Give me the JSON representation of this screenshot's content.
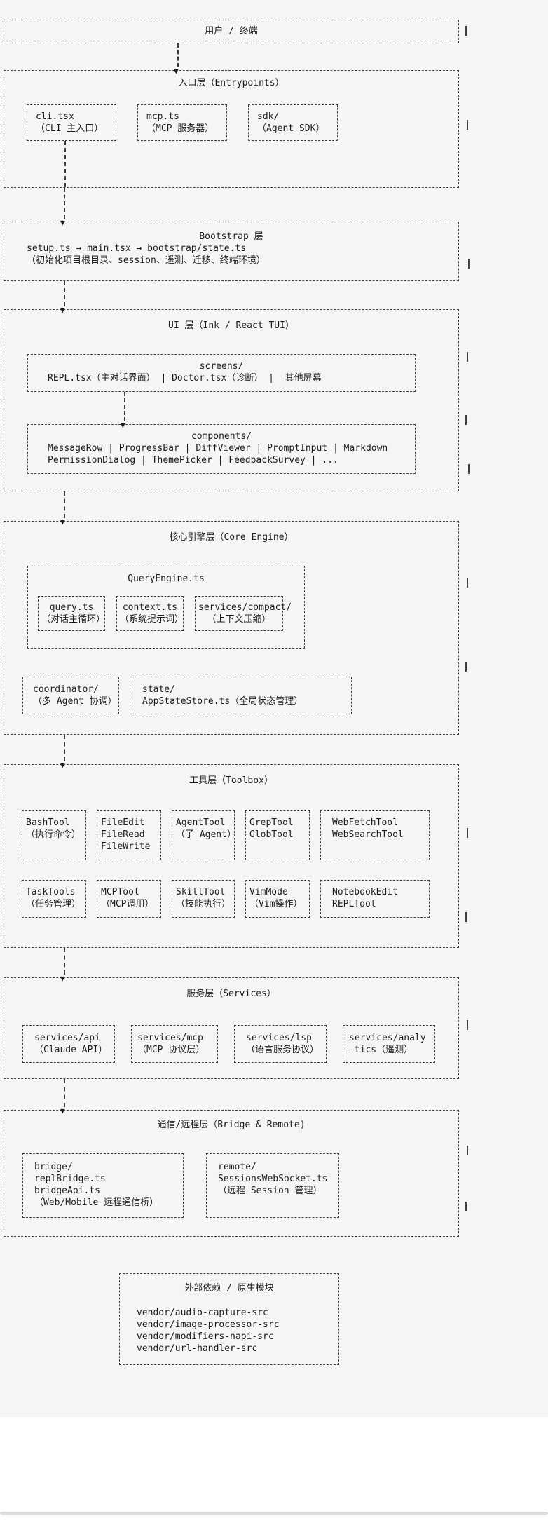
{
  "icons": {
    "arrow_down": "▼"
  },
  "colors": {
    "background": "#f5f5f3",
    "border": "#3f3f3f",
    "text": "#1c1c1c",
    "divider": "#dcdcdc"
  },
  "user_layer": {
    "title": "用户 / 终端"
  },
  "entry_layer": {
    "title": "入口层（Entrypoints）",
    "boxes": [
      {
        "lines": [
          "cli.tsx",
          "（CLI 主入口）"
        ]
      },
      {
        "lines": [
          "mcp.ts",
          "（MCP 服务器）"
        ]
      },
      {
        "lines": [
          "sdk/",
          "（Agent SDK）"
        ]
      }
    ]
  },
  "bootstrap_layer": {
    "title": "Bootstrap 层",
    "flow": "setup.ts → main.tsx → bootstrap/state.ts",
    "desc": "（初始化项目根目录、session、遥测、迁移、终端环境）"
  },
  "ui_layer": {
    "title": "UI 层（Ink / React TUI）",
    "screens": {
      "title": "screens/",
      "row": "REPL.tsx（主对话界面） | Doctor.tsx（诊断） |  其他屏幕"
    },
    "components": {
      "title": "components/",
      "row1": "MessageRow | ProgressBar | DiffViewer | PromptInput | Markdown",
      "row2": "PermissionDialog | ThemePicker | FeedbackSurvey | ..."
    }
  },
  "core_layer": {
    "title": "核心引擎层（Core Engine）",
    "query_engine": {
      "title": "QueryEngine.ts",
      "boxes": [
        {
          "lines": [
            "query.ts",
            "（对话主循环）"
          ]
        },
        {
          "lines": [
            "context.ts",
            "（系统提示词）"
          ]
        },
        {
          "lines": [
            "services/compact/",
            "（上下文压缩）"
          ]
        }
      ]
    },
    "bottom_boxes": [
      {
        "lines": [
          "coordinator/",
          "（多 Agent 协调）"
        ]
      },
      {
        "lines": [
          "state/",
          "AppStateStore.ts（全局状态管理）"
        ]
      }
    ]
  },
  "toolbox_layer": {
    "title": "工具层（Toolbox）",
    "row1": [
      {
        "lines": [
          "BashTool",
          "（执行命令）"
        ]
      },
      {
        "lines": [
          "FileEdit",
          "FileRead",
          "FileWrite"
        ]
      },
      {
        "lines": [
          "AgentTool",
          "（子 Agent）"
        ]
      },
      {
        "lines": [
          "GrepTool",
          "GlobTool"
        ]
      },
      {
        "lines": [
          "WebFetchTool",
          "WebSearchTool"
        ]
      }
    ],
    "row2": [
      {
        "lines": [
          "TaskTools",
          "（任务管理）"
        ]
      },
      {
        "lines": [
          "MCPTool",
          "（MCP调用）"
        ]
      },
      {
        "lines": [
          "SkillTool",
          "（技能执行）"
        ]
      },
      {
        "lines": [
          "VimMode",
          "（Vim操作）"
        ]
      },
      {
        "lines": [
          "NotebookEdit",
          "REPLTool"
        ]
      }
    ]
  },
  "services_layer": {
    "title": "服务层（Services）",
    "boxes": [
      {
        "lines": [
          "services/api",
          "（Claude API）"
        ]
      },
      {
        "lines": [
          "services/mcp",
          "（MCP 协议层）"
        ]
      },
      {
        "lines": [
          "services/lsp",
          "（语言服务协议）"
        ]
      },
      {
        "lines": [
          "services/analy",
          "-tics（遥测）"
        ]
      }
    ]
  },
  "bridge_layer": {
    "title": "通信/远程层（Bridge & Remote)",
    "boxes": [
      {
        "lines": [
          "bridge/",
          "replBridge.ts",
          "bridgeApi.ts",
          "（Web/Mobile 远程通信桥）"
        ]
      },
      {
        "lines": [
          "remote/",
          "SessionsWebSocket.ts",
          "（远程 Session 管理）"
        ]
      }
    ]
  },
  "external_deps": {
    "title": "外部依赖 / 原生模块",
    "items": [
      "vendor/audio-capture-src",
      "vendor/image-processor-src",
      "vendor/modifiers-napi-src",
      "vendor/url-handler-src"
    ]
  }
}
